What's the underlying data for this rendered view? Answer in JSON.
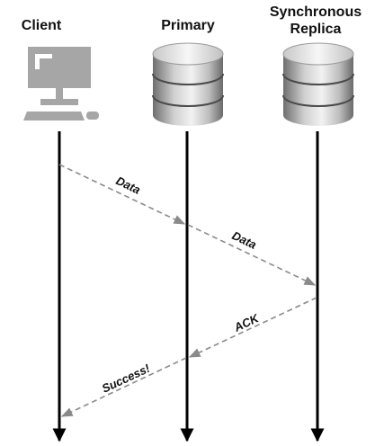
{
  "actors": {
    "client": "Client",
    "primary": "Primary",
    "replica_line1": "Synchronous",
    "replica_line2": "Replica"
  },
  "messages": [
    {
      "from": "client",
      "to": "primary",
      "label": "Data"
    },
    {
      "from": "primary",
      "to": "replica",
      "label": "Data"
    },
    {
      "from": "replica",
      "to": "primary",
      "label": "ACK"
    },
    {
      "from": "primary",
      "to": "client",
      "label": "Success!"
    }
  ],
  "icons": {
    "client": "computer-icon",
    "primary": "database-icon",
    "replica": "database-icon"
  },
  "colors": {
    "lifeline": "#000000",
    "message_arrow": "#8a8a8a",
    "monitor": "#a6a6a6",
    "db_light": "#e6e6e6",
    "db_dark": "#7a7a7a"
  }
}
